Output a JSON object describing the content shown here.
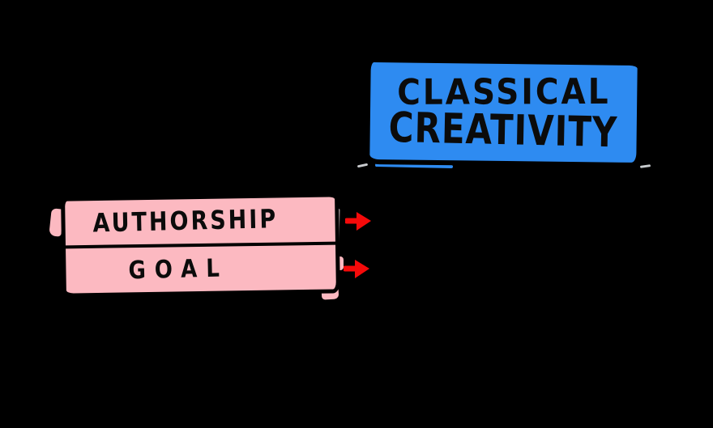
{
  "canvas": {
    "background": "#000000"
  },
  "classical_box": {
    "line1": "CLASSICAL",
    "line2": "CREATIVITY",
    "fill": "#2E8BF1",
    "border": "#000000",
    "text_color": "#0B0B0B"
  },
  "table_box": {
    "fill": "#FCB9C1",
    "border": "#000000",
    "text_color": "#0B0B0B",
    "rows": [
      {
        "label": "AUTHORSHIP"
      },
      {
        "label": "GOAL"
      }
    ]
  },
  "arrows": {
    "color": "#F50A0A",
    "count": 2
  },
  "sketch_marks": {
    "color": "#C8CBCE"
  }
}
